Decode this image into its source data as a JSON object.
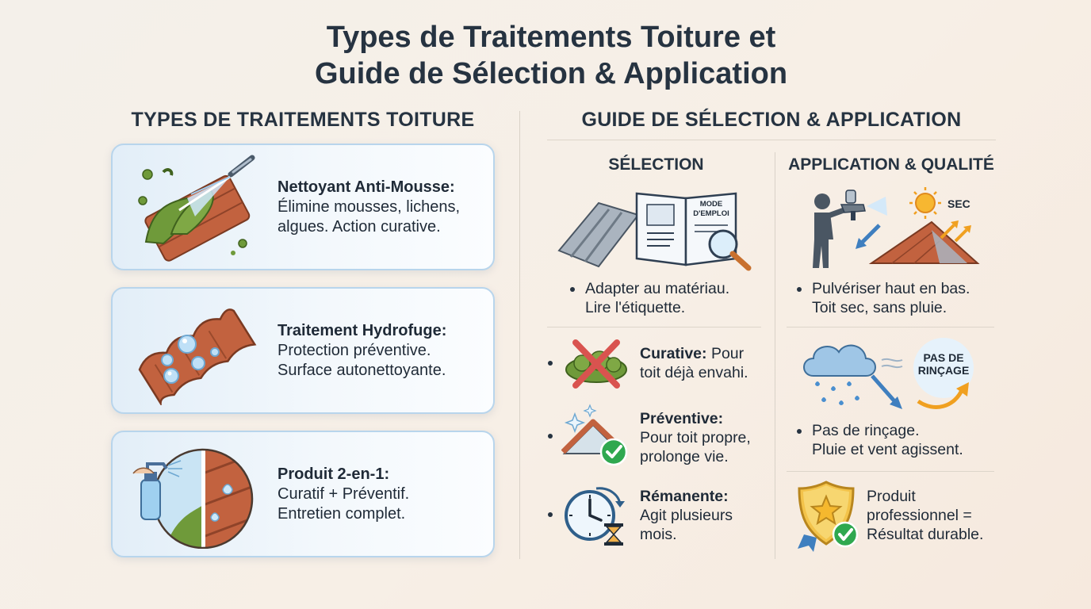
{
  "title": {
    "line1": "Types de Traitements Toiture et",
    "line2": "Guide de Sélection & Application"
  },
  "left_panel": {
    "heading": "TYPES DE TRAITEMENTS TOITURE",
    "cards": [
      {
        "name": "Nettoyant Anti-Mousse:",
        "line1": "Élimine mousses, lichens,",
        "line2": "algues. Action curative.",
        "icon": "moss-spray-icon"
      },
      {
        "name": "Traitement Hydrofuge:",
        "line1": "Protection préventive.",
        "line2": "Surface autonettoyante.",
        "icon": "water-drops-tile-icon"
      },
      {
        "name": "Produit 2-en-1:",
        "line1": "Curatif + Préventif.",
        "line2": "Entretien complet.",
        "icon": "two-in-one-icon"
      }
    ]
  },
  "right_panel": {
    "heading": "GUIDE DE SÉLECTION & APPLICATION",
    "selection": {
      "heading": "SÉLECTION",
      "manual_label_line1": "MODE",
      "manual_label_line2": "D'EMPLOI",
      "bullet_line1": "Adapter au matériau.",
      "bullet_line2": "Lire l'étiquette.",
      "items": [
        {
          "name": "Curative:",
          "rest1": " Pour",
          "line2": "toit déjà envahi.",
          "icon": "crossed-moss-icon"
        },
        {
          "name": "Préventive:",
          "rest1": "",
          "line2": "Pour toit propre,",
          "line3": "prolonge vie.",
          "icon": "roof-check-icon"
        },
        {
          "name": "Rémanente:",
          "rest1": "",
          "line2": "Agit plusieurs",
          "line3": "mois.",
          "icon": "clock-hourglass-icon"
        }
      ]
    },
    "application": {
      "heading": "APPLICATION & QUALITÉ",
      "sec_label": "SEC",
      "bullet1_line1": "Pulvériser haut en bas.",
      "bullet1_line2": "Toit sec, sans pluie.",
      "no_rinse_line1": "PAS DE",
      "no_rinse_line2": "RINÇAGE",
      "bullet2_line1": "Pas de rinçage.",
      "bullet2_line2": "Pluie et vent agissent.",
      "pro_line1": "Produit",
      "pro_line2": "professionnel =",
      "pro_line3": "Résultat durable."
    }
  },
  "colors": {
    "tile": "#c2623f",
    "moss": "#6f9a3a",
    "water": "#7fb8e0",
    "check": "#2fa84f",
    "cross": "#d9534f",
    "text": "#1f2a37"
  }
}
